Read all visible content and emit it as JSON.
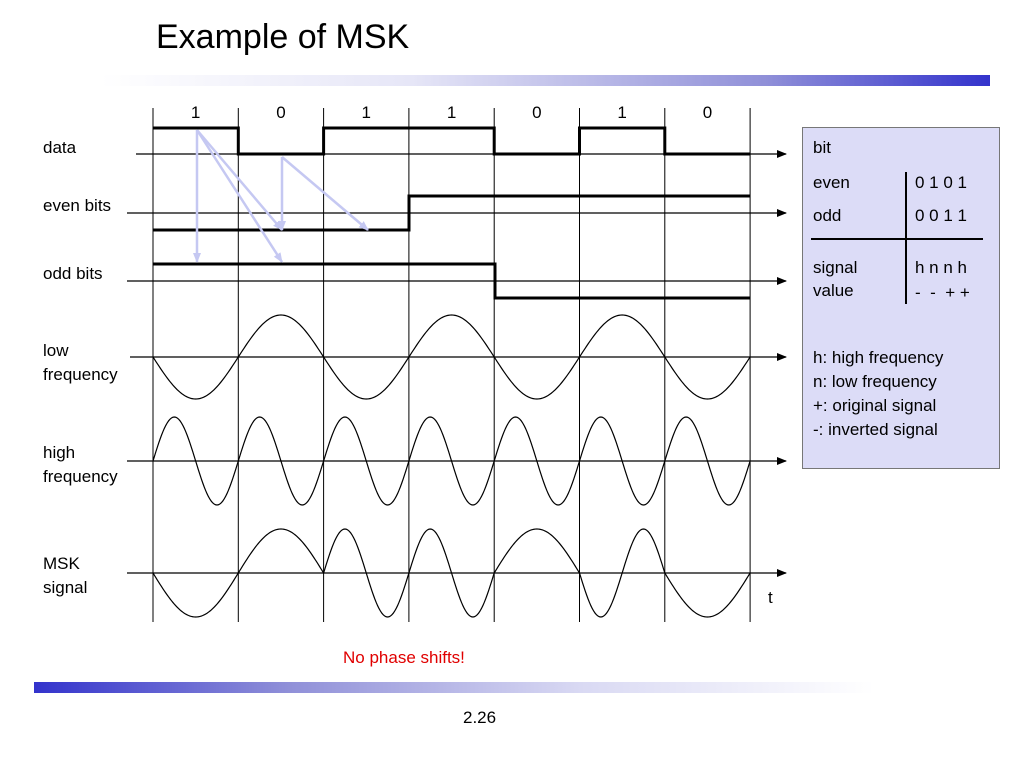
{
  "slide": {
    "title": "Example of MSK",
    "page_number": "2.26",
    "note": "No phase shifts!"
  },
  "diagram": {
    "data_bits": [
      "1",
      "0",
      "1",
      "1",
      "0",
      "1",
      "0"
    ],
    "even_bits_levels": [
      0,
      1
    ],
    "odd_bits_levels": [
      1,
      0
    ],
    "row_labels": {
      "data": "data",
      "even": "even bits",
      "odd": "odd bits",
      "low_line1": "low",
      "low_line2": "frequency",
      "high_line1": "high",
      "high_line2": "frequency",
      "msk_line1": "MSK",
      "msk_line2": "signal"
    },
    "time_axis_label": "t",
    "colors": {
      "signal": "#000000",
      "mapping_arrow": "#c5c8f2",
      "bit_table_bg": "#dcdcf7",
      "note": "#e00000"
    }
  },
  "bit_table": {
    "header": "bit",
    "even_label": "even",
    "even_values": "0 1 0 1",
    "odd_label": "odd",
    "odd_values": "0 0 1 1",
    "signal_label": "signal",
    "value_label": "value",
    "signal_values": "h n n h",
    "sign_values": "-  -  + +"
  },
  "legend": [
    "h: high frequency",
    "n: low frequency",
    "+: original signal",
    "-:  inverted signal"
  ]
}
